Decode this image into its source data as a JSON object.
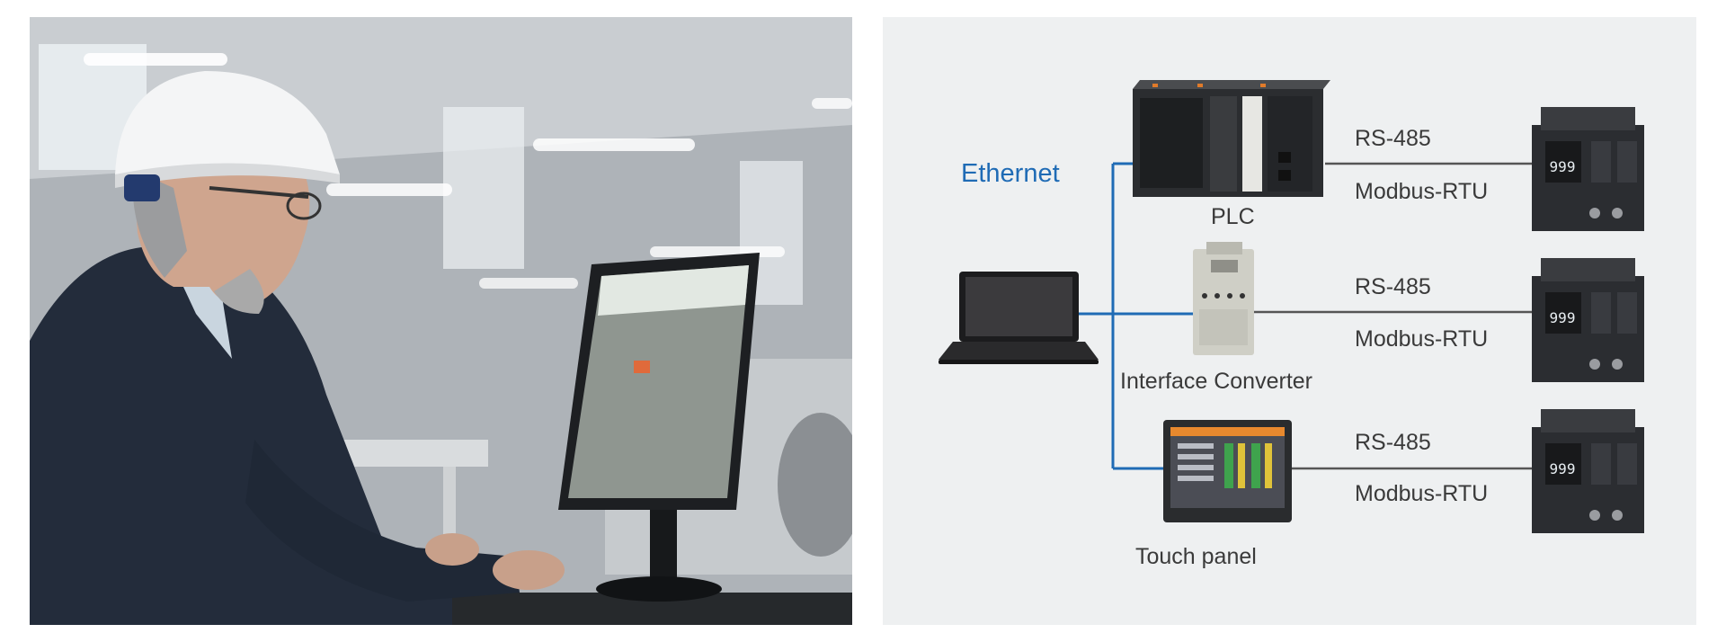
{
  "diagram": {
    "network_label": "Ethernet",
    "devices": {
      "plc": "PLC",
      "converter": "Interface Converter",
      "touch_panel": "Touch panel"
    },
    "links": [
      {
        "protocol": "RS-485",
        "mode": "Modbus-RTU"
      },
      {
        "protocol": "RS-485",
        "mode": "Modbus-RTU"
      },
      {
        "protocol": "RS-485",
        "mode": "Modbus-RTU"
      }
    ],
    "meter_display": "999",
    "colors": {
      "ethernet": "#1f6bb5",
      "serial": "#555555",
      "panel_bg": "#eef0f1"
    }
  }
}
